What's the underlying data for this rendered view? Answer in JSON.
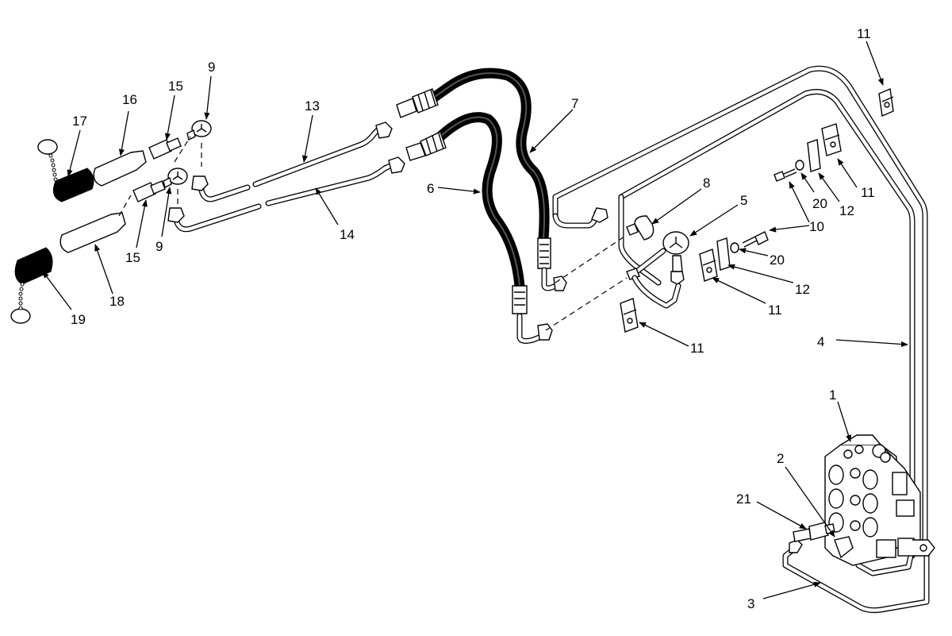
{
  "figure": {
    "callouts": [
      {
        "id": "c1",
        "text": "1"
      },
      {
        "id": "c2",
        "text": "2"
      },
      {
        "id": "c3",
        "text": "3"
      },
      {
        "id": "c4",
        "text": "4"
      },
      {
        "id": "c5",
        "text": "5"
      },
      {
        "id": "c6",
        "text": "6"
      },
      {
        "id": "c7",
        "text": "7"
      },
      {
        "id": "c8",
        "text": "8"
      },
      {
        "id": "c9a",
        "text": "9"
      },
      {
        "id": "c9b",
        "text": "9"
      },
      {
        "id": "c10",
        "text": "10"
      },
      {
        "id": "c11a",
        "text": "11"
      },
      {
        "id": "c11b",
        "text": "11"
      },
      {
        "id": "c11c",
        "text": "11"
      },
      {
        "id": "c11d",
        "text": "11"
      },
      {
        "id": "c12a",
        "text": "12"
      },
      {
        "id": "c12b",
        "text": "12"
      },
      {
        "id": "c13",
        "text": "13"
      },
      {
        "id": "c14",
        "text": "14"
      },
      {
        "id": "c15a",
        "text": "15"
      },
      {
        "id": "c15b",
        "text": "15"
      },
      {
        "id": "c16",
        "text": "16"
      },
      {
        "id": "c17",
        "text": "17"
      },
      {
        "id": "c18",
        "text": "18"
      },
      {
        "id": "c19",
        "text": "19"
      },
      {
        "id": "c20a",
        "text": "20"
      },
      {
        "id": "c20b",
        "text": "20"
      },
      {
        "id": "c21",
        "text": "21"
      }
    ]
  }
}
